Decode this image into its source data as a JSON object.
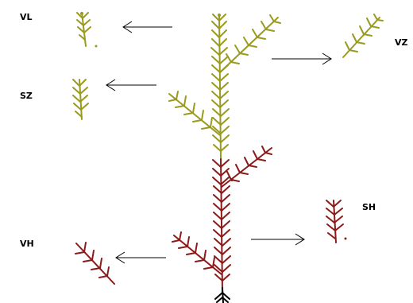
{
  "labels": {
    "vl": "VL",
    "sz": "SZ",
    "vz": "VZ",
    "vh": "VH",
    "sh": "SH"
  },
  "colors": {
    "upper_zone": "#9a9a1e",
    "lower_zone": "#8b1a1a",
    "root": "#000000",
    "arrow": "#000000",
    "background": "#ffffff"
  }
}
